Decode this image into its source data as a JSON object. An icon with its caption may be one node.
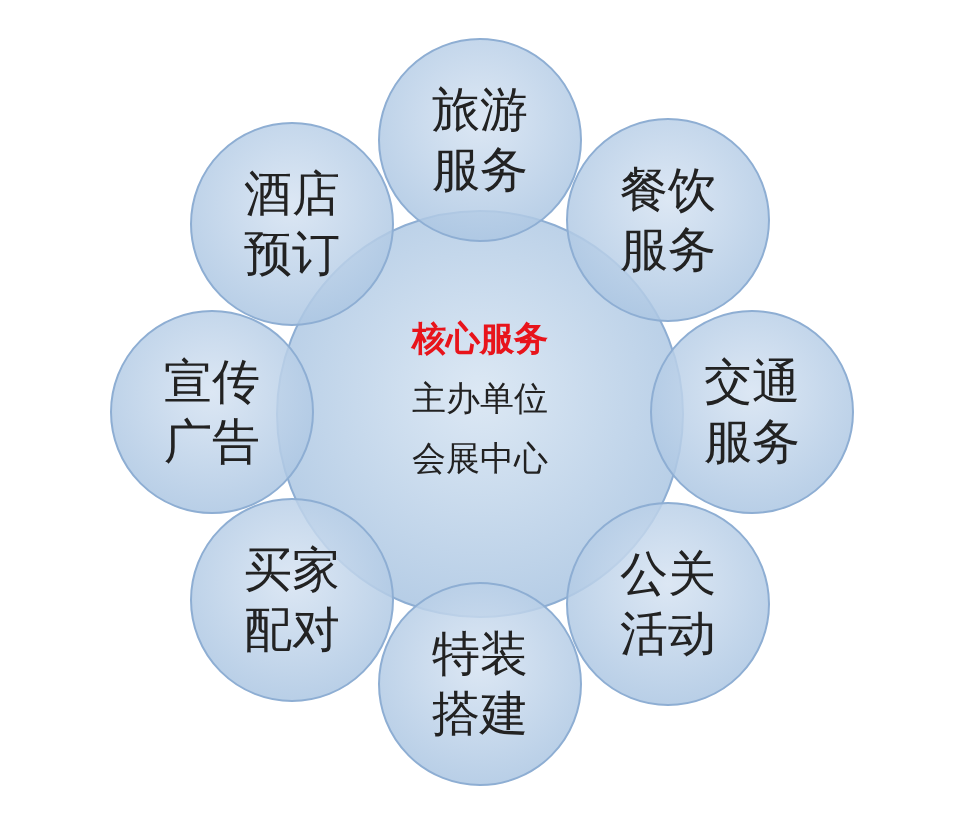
{
  "diagram": {
    "nodes": [
      {
        "text": [
          "核心服务",
          "主办单位",
          "会展中心"
        ]
      },
      {
        "text": [
          "旅游服务"
        ]
      },
      {
        "text": [
          "餐饮服务"
        ]
      },
      {
        "text": [
          "交通服务"
        ]
      },
      {
        "text": [
          "公关活动"
        ]
      },
      {
        "text": [
          "特装搭建"
        ]
      },
      {
        "text": [
          "买家配对"
        ]
      },
      {
        "text": [
          "宣传广告"
        ]
      },
      {
        "text": [
          "酒店预订"
        ]
      }
    ]
  }
}
